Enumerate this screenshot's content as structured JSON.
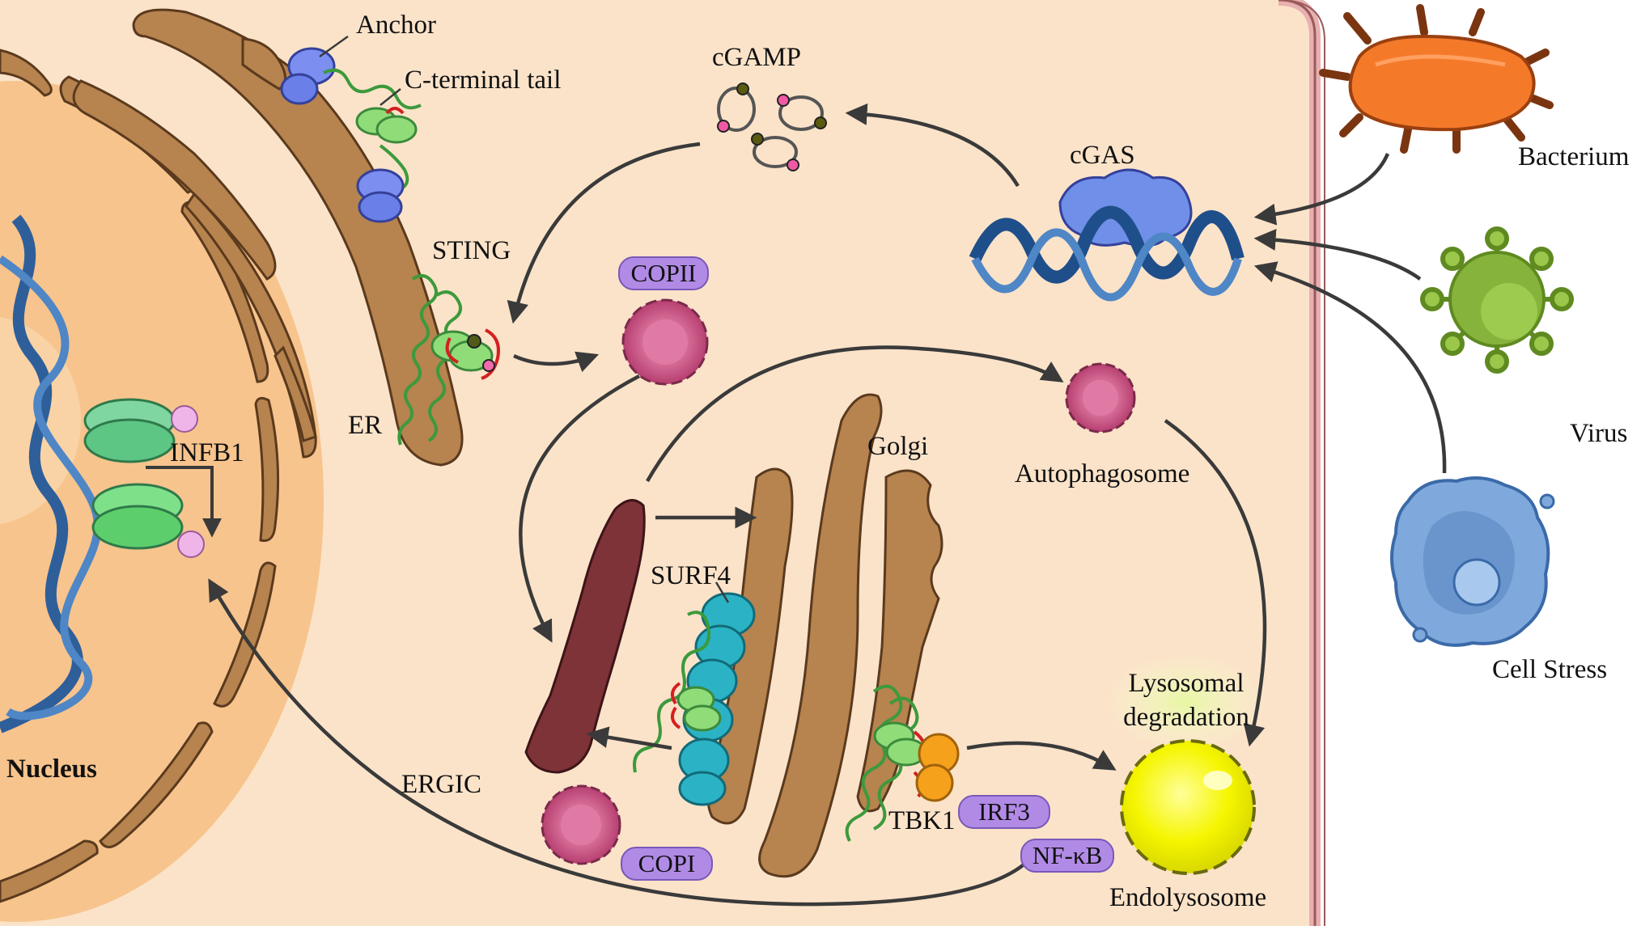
{
  "labels": {
    "anchor": "Anchor",
    "c_terminal_tail": "C-terminal tail",
    "cgamp": "cGAMP",
    "cgas": "cGAS",
    "bacterium": "Bacterium",
    "virus": "Virus",
    "cell_stress": "Cell Stress",
    "sting": "STING",
    "er": "ER",
    "golgi": "Golgi",
    "autophagosome": "Autophagosome",
    "infb1": "INFB1",
    "surf4": "SURF4",
    "ergic": "ERGIC",
    "nucleus": "Nucleus",
    "tbk1": "TBK1",
    "lysosomal_degradation_line1": "Lysosomal",
    "lysosomal_degradation_line2": "degradation",
    "endolysosome": "Endolysosome"
  },
  "pills": {
    "copii": "COPII",
    "copi": "COPI",
    "irf3": "IRF3",
    "nfkb": "NF-κB"
  },
  "colors": {
    "cytoplasm": "#fbe3c9",
    "nucleus": "#f7c48d",
    "organelle": "#b7834e",
    "ergic": "#7e3338",
    "vesicle": "#c84d7e",
    "pill": "#b18ae6",
    "lysosome": "#f5f500",
    "membrane": "#e2a3a3",
    "sting_helix": "#8fdc79",
    "dna": "#2f5f9a",
    "cgas_protein": "#6f8fe8",
    "bacterium": "#f47a2a",
    "virus": "#86b33b",
    "cell": "#7fa9dc",
    "tbk1": "#f5a11c",
    "surf4": "#2bb3c5"
  }
}
